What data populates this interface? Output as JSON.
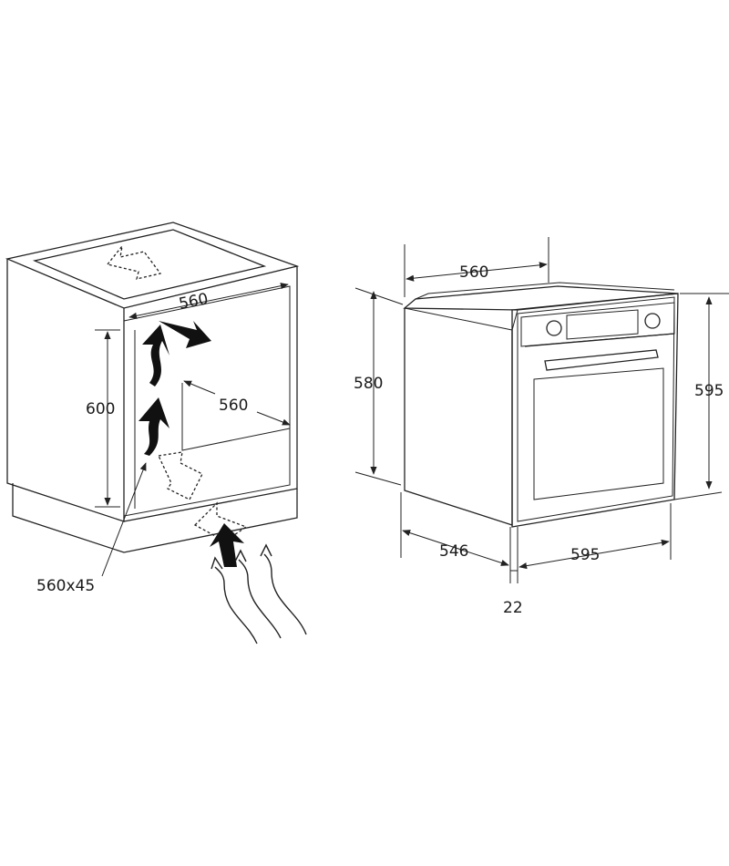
{
  "cabinet": {
    "width_label": "560",
    "height_label": "600",
    "depth_label": "560",
    "vent_label": "560x45"
  },
  "oven": {
    "cutout_width_label": "560",
    "body_height_label": "580",
    "front_height_label": "595",
    "body_depth_label": "546",
    "front_width_label": "595",
    "front_panel_label": "22"
  }
}
